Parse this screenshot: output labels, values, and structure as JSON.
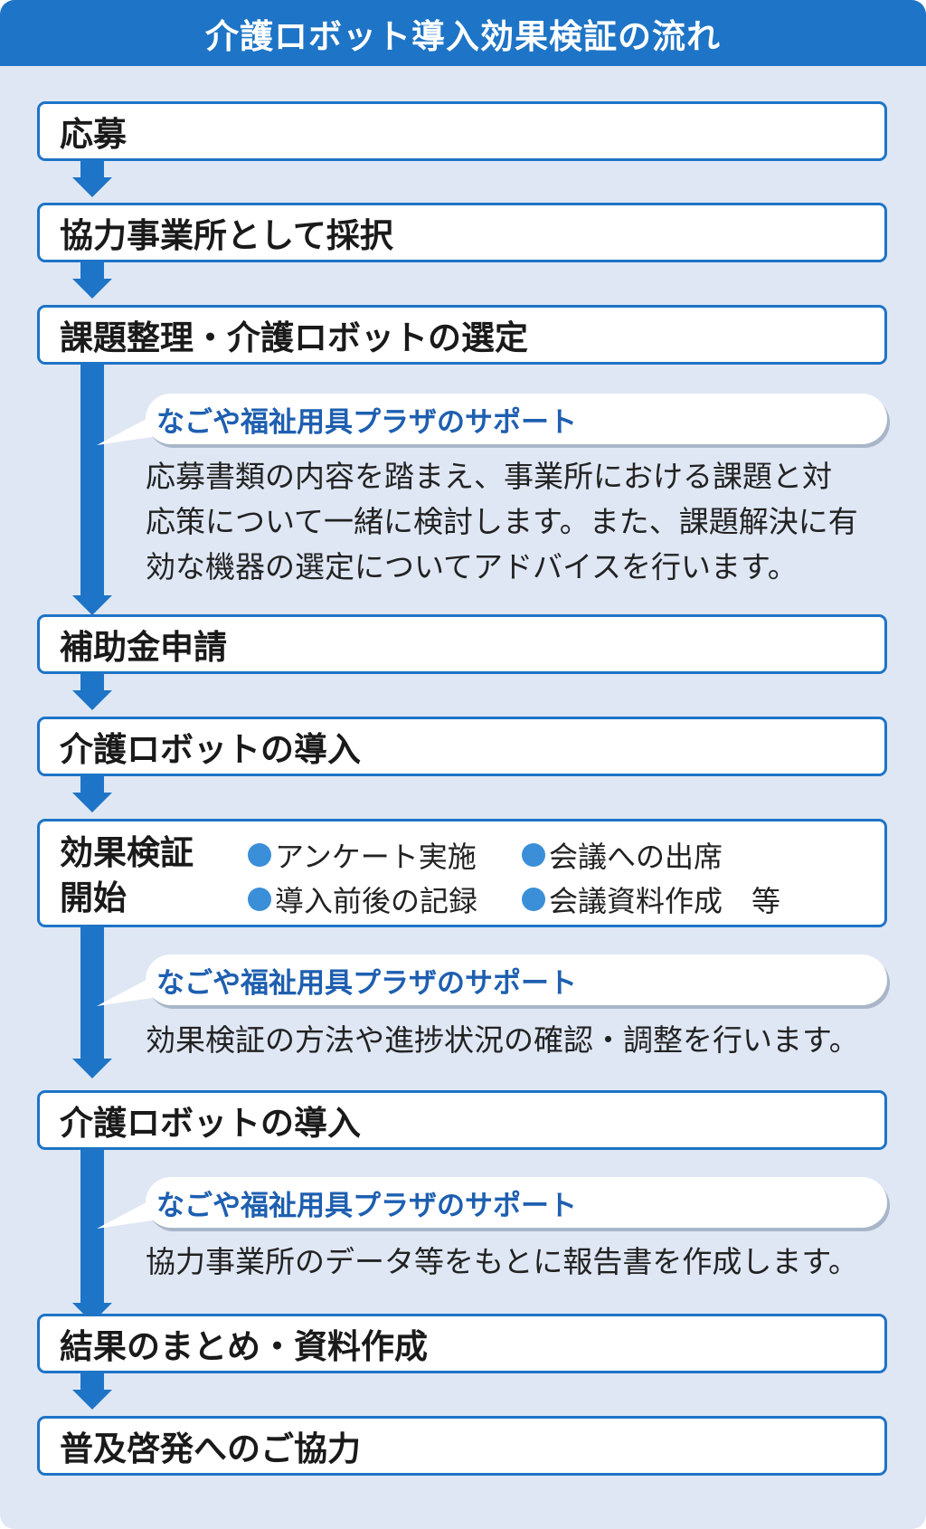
{
  "title": "介護ロボット導入効果検証の流れ",
  "steps": [
    "応募",
    "協力事業所として採択",
    "課題整理・介護ロボットの選定",
    "補助金申請",
    "介護ロボットの導入",
    "介護ロボットの導入",
    "結果のまとめ・資料作成",
    "普及啓発へのご協力"
  ],
  "verification": {
    "title_line1": "効果検証",
    "title_line2": "開始",
    "items": [
      "アンケート実施",
      "会議への出席",
      "導入前後の記録",
      "会議資料作成　等"
    ]
  },
  "supports": [
    {
      "label": "なごや福祉用具プラザのサポート",
      "lines": [
        "応募書類の内容を踏まえ、事業所における課題と対",
        "応策について一緒に検討します。また、課題解決に有",
        "効な機器の選定についてアドバイスを行います。"
      ]
    },
    {
      "label": "なごや福祉用具プラザのサポート",
      "lines": [
        "効果検証の方法や進捗状況の確認・調整を行います。"
      ]
    },
    {
      "label": "なごや福祉用具プラザのサポート",
      "lines": [
        "協力事業所のデータ等をもとに報告書を作成します。"
      ]
    }
  ],
  "colors": {
    "accent": "#1e74c6",
    "background": "#dfe7f4",
    "support_text": "#1e5fb0",
    "bullet": "#3a8fd8"
  }
}
